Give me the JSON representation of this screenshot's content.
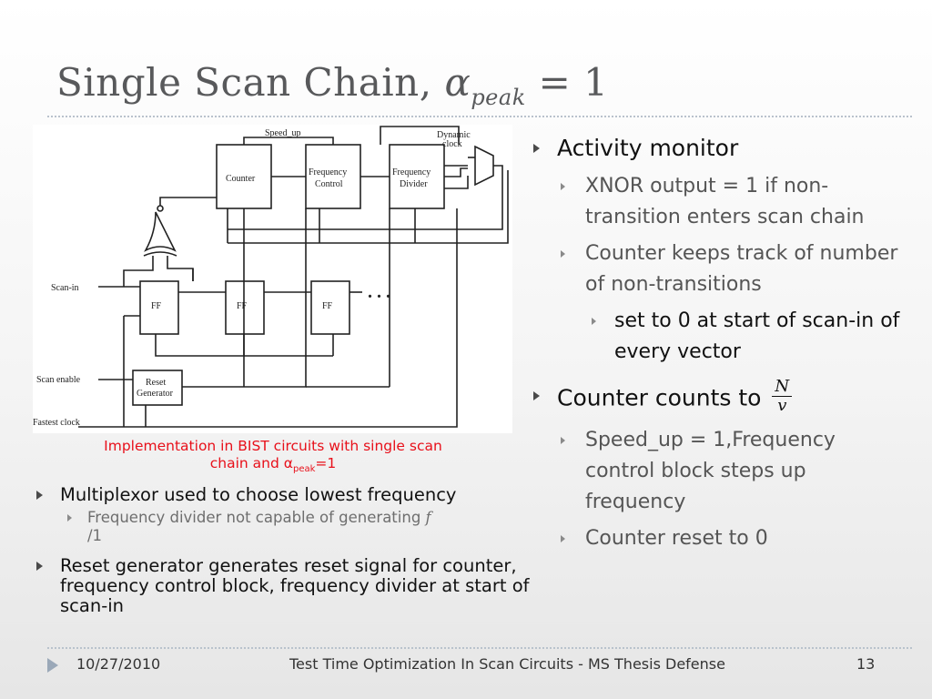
{
  "slide": {
    "title_text": "Single Scan Chain, ",
    "title_alpha": "α",
    "title_sub": "peak",
    "title_eq": " = 1"
  },
  "diagram": {
    "labels": {
      "speed_up": "Speed_up",
      "dynamic": "Dynamic",
      "clock": "clock",
      "counter": "Counter",
      "freq": "Frequency",
      "control": "Control",
      "divider": "Divider",
      "scan_in": "Scan-in",
      "ff": "FF",
      "dots": ". . .",
      "scan_enable": "Scan enable",
      "reset": "Reset",
      "generator": "Generator",
      "fastest_clock": "Fastest clock"
    }
  },
  "caption": {
    "line1": "Implementation in BIST circuits with single scan",
    "line2_pre": "chain and α",
    "line2_sub": "peak",
    "line2_post": "=1"
  },
  "left_bullets": {
    "item1": "Multiplexor used to choose lowest frequency",
    "item1_sub": "Frequency divider not capable of generating ",
    "item1_sub_var": "f",
    "item1_sub_tail": "/1",
    "item2": "Reset generator generates reset signal for counter, frequency control block, frequency divider at start of scan-in"
  },
  "right_bullets": {
    "item1": "Activity monitor",
    "item1_sub1": "XNOR output = 1 if non-transition enters scan chain",
    "item1_sub2": "Counter keeps track of number of non-transitions",
    "item1_sub2_sub": "set to 0 at start of scan-in of every vector",
    "item2": "Counter counts to ",
    "item2_num": "N",
    "item2_den": "v",
    "item2_sub1": "Speed_up = 1,Frequency control block steps up frequency",
    "item2_sub2": "Counter reset to 0"
  },
  "footer": {
    "date": "10/27/2010",
    "center": "Test Time Optimization In Scan Circuits - MS Thesis Defense",
    "page": "13"
  }
}
